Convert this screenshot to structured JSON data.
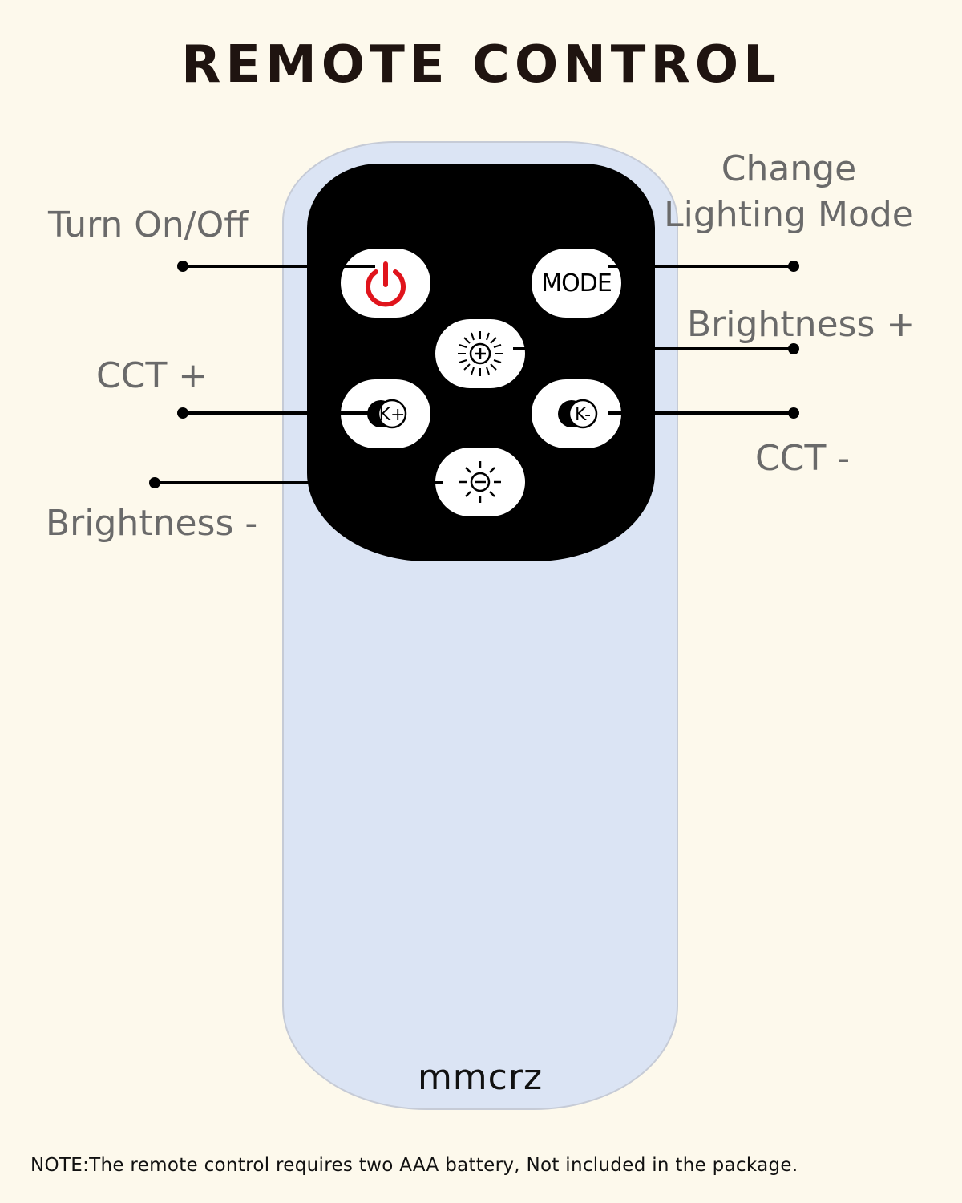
{
  "title": "REMOTE CONTROL",
  "labels": {
    "turn_on_off": "Turn On/Off",
    "change_mode_line1": "Change",
    "change_mode_line2": "Lighting Mode",
    "brightness_plus": "Brightness +",
    "cct_plus": "CCT +",
    "cct_minus": "CCT -",
    "brightness_minus": "Brightness -"
  },
  "buttons": {
    "mode_label": "MODE",
    "cct_plus_label": "K+",
    "cct_minus_label": "K-"
  },
  "brand": "mmcrz",
  "note": "NOTE:The remote control requires two AAA battery, Not included in the package.",
  "colors": {
    "background": "#fdf9ec",
    "remote_body": "#dbe4f4",
    "keypad": "#000000",
    "power_icon": "#e0141c",
    "label_text": "#6a6a6a"
  },
  "icons": [
    "power-icon",
    "sun-plus-icon",
    "sun-minus-icon",
    "cct-plus-icon",
    "cct-minus-icon"
  ]
}
